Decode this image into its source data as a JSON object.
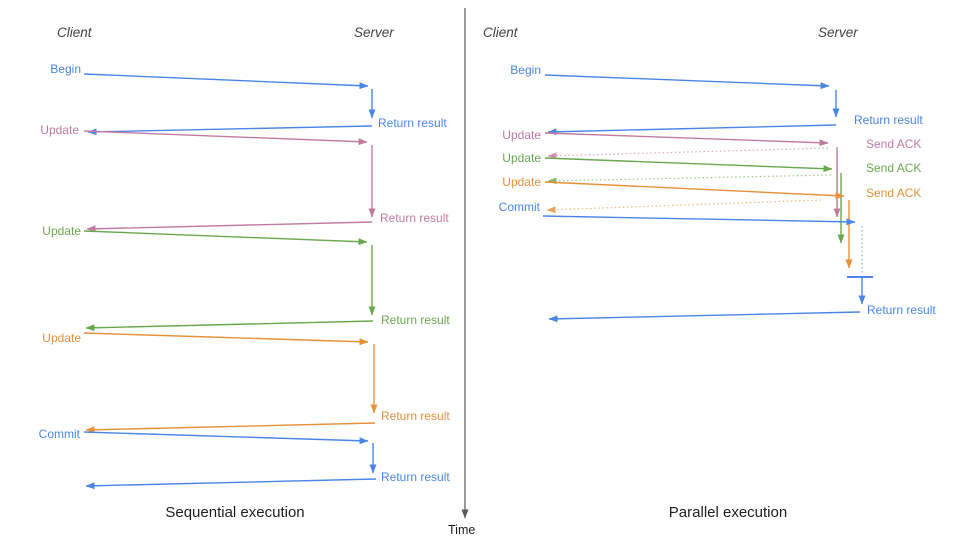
{
  "colors": {
    "blue": "#4a86e8",
    "pink": "#c27ba0",
    "green": "#6aa84f",
    "orange": "#e69138",
    "time_axis_gray": "#595959"
  },
  "time_axis": {
    "label": "Time"
  },
  "left": {
    "client_header": "Client",
    "server_header": "Server",
    "caption": "Sequential execution",
    "steps": [
      {
        "request": "Begin",
        "response": "Return result",
        "color": "blue"
      },
      {
        "request": "Update",
        "response": "Return result",
        "color": "pink"
      },
      {
        "request": "Update",
        "response": "Return result",
        "color": "green"
      },
      {
        "request": "Update",
        "response": "Return result",
        "color": "orange"
      },
      {
        "request": "Commit",
        "response": "Return result",
        "color": "blue"
      }
    ]
  },
  "right": {
    "client_header": "Client",
    "server_header": "Server",
    "caption": "Parallel execution",
    "steps": [
      {
        "request": "Begin",
        "response": "Return result",
        "color": "blue"
      },
      {
        "request": "Update",
        "response": "Send ACK",
        "color": "pink"
      },
      {
        "request": "Update",
        "response": "Send ACK",
        "color": "green"
      },
      {
        "request": "Update",
        "response": "Send ACK",
        "color": "orange"
      },
      {
        "request": "Commit",
        "color": "blue"
      }
    ],
    "final_response": "Return result"
  }
}
